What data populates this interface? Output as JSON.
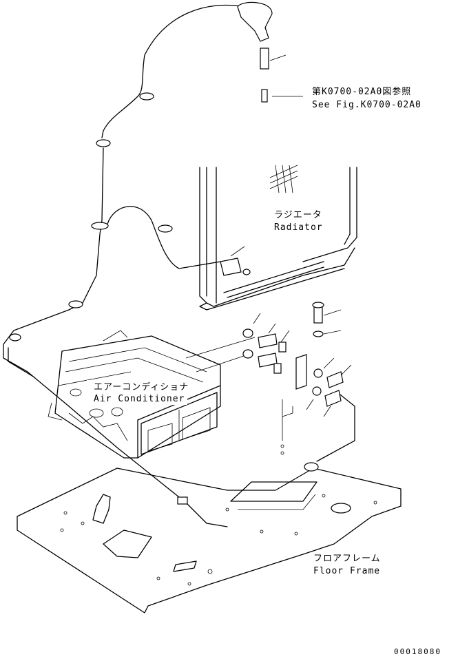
{
  "labels": {
    "ref_jp": "第K0700-02A0図参照",
    "ref_en": "See Fig.K0700-02A0",
    "radiator_jp": "ラジエータ",
    "radiator_en": "Radiator",
    "aircon_jp": "エアーコンディショナ",
    "aircon_en": "Air Conditioner",
    "floor_jp": "フロアフレーム",
    "floor_en": "Floor Frame",
    "drawing_no": "00018080"
  }
}
